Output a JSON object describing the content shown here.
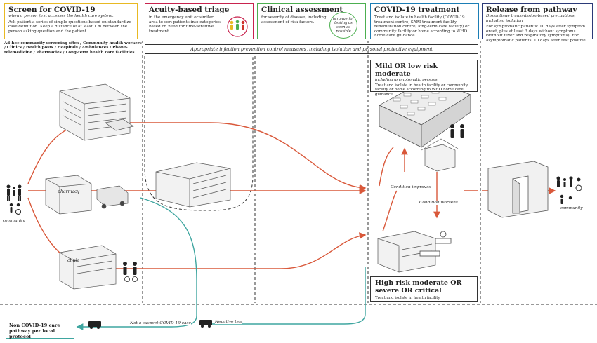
{
  "stages": {
    "screen": {
      "title": "Screen for COVID-19",
      "subtitle": "when a person first accesses the health care system.",
      "body": "Ask patient a series of simple questions based on standardize case definition. Keep a distance of at least 1 m between the person asking question and the patient.",
      "color": "#e8b923"
    },
    "triage": {
      "title": "Acuity-based triage",
      "body": "in the emergency unit or similar area to sort patients into categories based on need for time-sensitive treatment.",
      "color": "#c8234e"
    },
    "assessment": {
      "title": "Clinical assessment",
      "body": "for severity of disease, including assessment of risk factors.",
      "note": "arrange for testing as soon as possible",
      "color": "#4caf50"
    },
    "treatment": {
      "title": "COVID-19 treatment",
      "body": "Treat and isolate in health facility (COVID-19 treatment centre, SARI treatment facility, rehabilitation centre, long-term care facility) or community facility or home according to WHO home care guidance.",
      "color": "#1b7db5"
    },
    "release": {
      "title": "Release from pathway",
      "subtitle": "Discontinue transmission-based precautions, including isolation",
      "body": "For symptomatic patients: 10 days after symptom onset, plus at least 3 days without symptoms (without fever and respiratory symptoms). For asymptomatic patients: 10 days after test positive.",
      "color": "#2b3a78"
    }
  },
  "sites_label": "Ad-hoc community screening sites / Community health workers / Clinics / Health posts / Hospitals / Ambulances / Phone-telemedicine / Pharmacies / Long-term health care facilities",
  "ipc_bar": "Appropriate infection prevention control measures, including isolation and personal protective equipment",
  "mild": {
    "title": "Mild OR low risk moderate",
    "subtitle": "including asymptomatic persons",
    "body": "Treat and isolate in health facility or community facility or home according to WHO home care guidance"
  },
  "severe": {
    "title": "High risk moderate OR severe OR critical",
    "body": "Treat and isolate in health facility"
  },
  "labels": {
    "community_left": "community",
    "community_right": "community",
    "pharmacy": "pharmacy",
    "clinic": "clinic",
    "condition_improves": "Condition improves",
    "condition_worsens": "Condition worsens",
    "not_suspect": "Not a suspect COVID-19 case",
    "negative_test": "Negative test"
  },
  "non_covid": "Non COVID-19 care pathway per local protocol",
  "colors": {
    "flow": "#d9583a",
    "negative": "#3fa6a0",
    "dash": "#333333"
  }
}
